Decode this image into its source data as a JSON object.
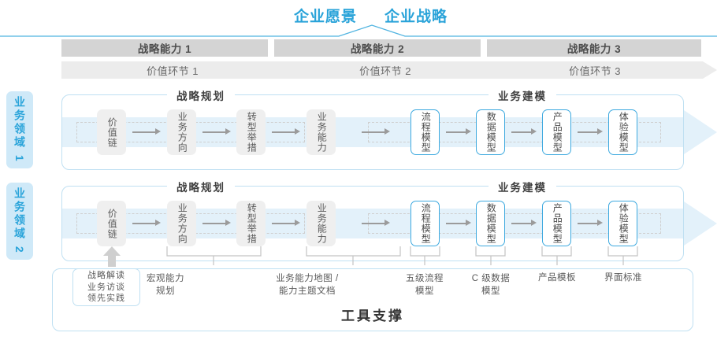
{
  "header": {
    "vision_title": "企业愿景",
    "strategy_title": "企业战略",
    "capabilities": [
      "战略能力 1",
      "战略能力 2",
      "战略能力 3"
    ],
    "value_links": [
      "价值环节 1",
      "价值环节 2",
      "价值环节 3"
    ]
  },
  "colors": {
    "accent_blue": "#29a3d9",
    "node_blue_border": "#3da9df",
    "side_label_bg": "#cfe9f8",
    "capability_header_bg": "#d4d4d4",
    "value_link_bg": "#ececec",
    "band_blue": "#eff7fc",
    "container_border": "#bfe0f2",
    "node_grey_bg": "#efefef",
    "arrow_grey": "#9b9b9b"
  },
  "rows": [
    {
      "side_label": "业务领域 1",
      "section_left_title": "战略规划",
      "section_right_title": "业务建模",
      "nodes_left": [
        "价值链",
        "业务方向",
        "转型举措",
        "业务能力"
      ],
      "nodes_right": [
        "流程模型",
        "数据模型",
        "产品模型",
        "体验模型"
      ]
    },
    {
      "side_label": "业务领域 2",
      "section_left_title": "战略规划",
      "section_right_title": "业务建模",
      "nodes_left": [
        "价值链",
        "业务方向",
        "转型举措",
        "业务能力"
      ],
      "nodes_right": [
        "流程模型",
        "数据模型",
        "产品模型",
        "体验模型"
      ]
    }
  ],
  "tools": {
    "title": "工具支撑",
    "lead_box": "战略解读\n业务访谈\n领先实践",
    "lead_box_lines": [
      "战略解读",
      "业务访谈",
      "领先实践"
    ],
    "labels": [
      {
        "lines": [
          "宏观能力",
          "规划"
        ]
      },
      {
        "lines": [
          "业务能力地图 /",
          "能力主题文档"
        ]
      },
      {
        "lines": [
          "五级流程",
          "模型"
        ]
      },
      {
        "lines": [
          "C 级数据",
          "模型"
        ]
      },
      {
        "lines": [
          "产品模板"
        ]
      },
      {
        "lines": [
          "界面标准"
        ]
      }
    ]
  }
}
